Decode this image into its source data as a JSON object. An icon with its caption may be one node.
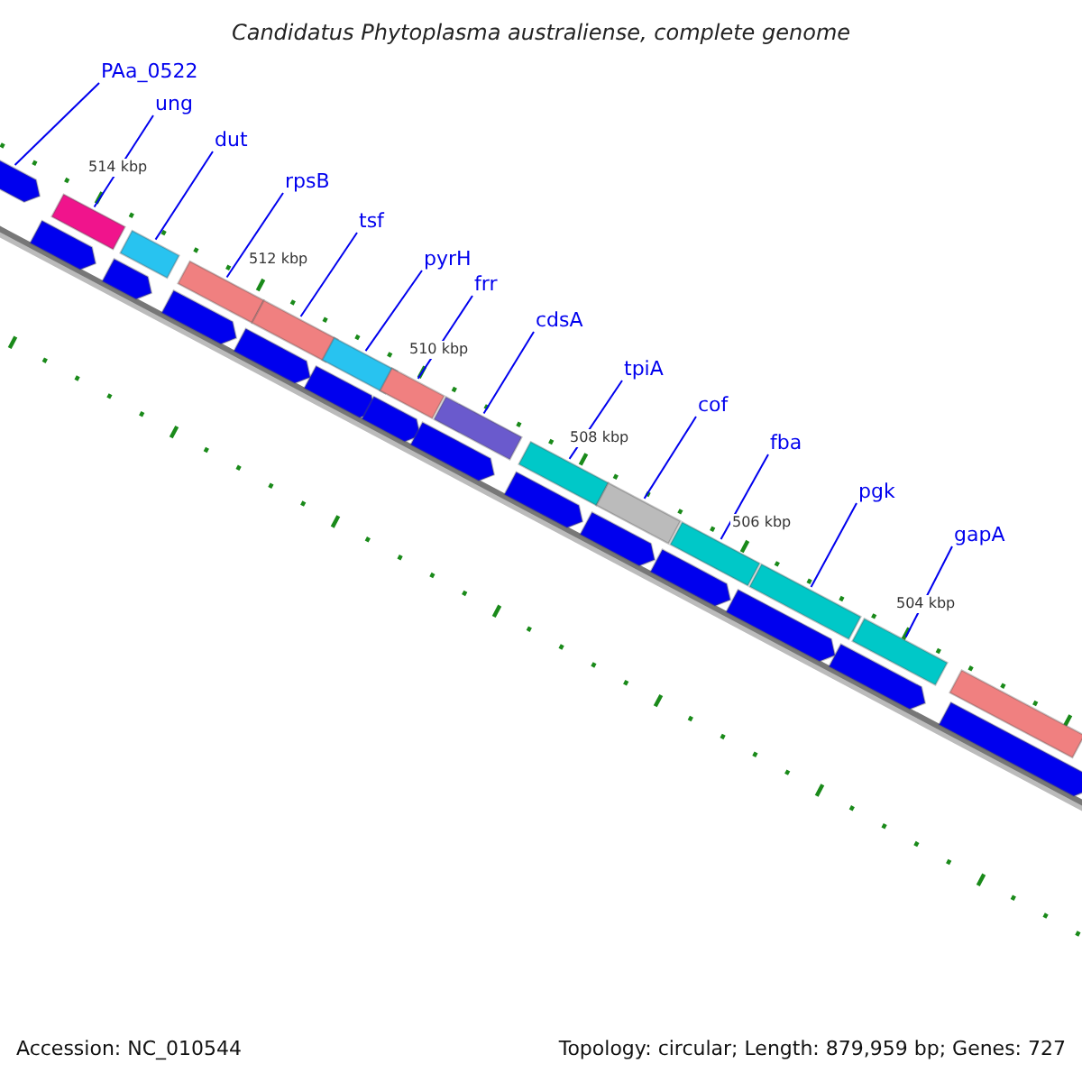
{
  "diagram": {
    "title": "Candidatus Phytoplasma australiense, complete genome",
    "nodes": [
      {
        "text": [
          "PAa_0522"
        ]
      },
      {
        "text": [
          "ung"
        ]
      },
      {
        "text": [
          "dut"
        ]
      },
      {
        "text": [
          "rpsB"
        ]
      },
      {
        "text": [
          "tsf"
        ]
      },
      {
        "text": [
          "pyrH"
        ]
      },
      {
        "text": [
          "frr"
        ]
      },
      {
        "text": [
          "cdsA"
        ]
      },
      {
        "text": [
          "tpiA"
        ]
      },
      {
        "text": [
          "cof"
        ]
      },
      {
        "text": [
          "fba"
        ]
      },
      {
        "text": [
          "pgk"
        ]
      },
      {
        "text": [
          "gapA"
        ]
      },
      {
        "text": [],
        "shape": "arrow"
      },
      {
        "text": [],
        "shape": "bar"
      },
      {
        "text": [],
        "shape": "bar"
      },
      {
        "text": [],
        "shape": "bar"
      },
      {
        "text": [],
        "shape": "bar"
      },
      {
        "text": [],
        "shape": "bar"
      },
      {
        "text": [],
        "shape": "bar"
      },
      {
        "text": [],
        "shape": "bar"
      },
      {
        "text": [],
        "shape": "bar"
      },
      {
        "text": [],
        "shape": "bar"
      },
      {
        "text": [],
        "shape": "bar"
      },
      {
        "text": [],
        "shape": "bar"
      },
      {
        "text": [],
        "shape": "bar"
      },
      {
        "text": [],
        "shape": "bar"
      },
      {
        "text": [],
        "shape": "arrow"
      },
      {
        "text": [],
        "shape": "arrow"
      },
      {
        "text": [],
        "shape": "arrow"
      },
      {
        "text": [],
        "shape": "arrow"
      },
      {
        "text": [],
        "shape": "arrow"
      },
      {
        "text": [],
        "shape": "arrow"
      },
      {
        "text": [],
        "shape": "arrow"
      },
      {
        "text": [],
        "shape": "arrow"
      },
      {
        "text": [],
        "shape": "arrow"
      },
      {
        "text": [],
        "shape": "arrow"
      },
      {
        "text": [],
        "shape": "arrow"
      },
      {
        "text": [],
        "shape": "arrow"
      },
      {
        "text": [],
        "shape": "arrow"
      }
    ],
    "edges": [
      {
        "from": 0,
        "to": 13,
        "arrow": "none"
      },
      {
        "from": 1,
        "to": 14,
        "arrow": "none"
      },
      {
        "from": 2,
        "to": 15,
        "arrow": "none"
      },
      {
        "from": 3,
        "to": 16,
        "arrow": "none"
      },
      {
        "from": 4,
        "to": 17,
        "arrow": "none"
      },
      {
        "from": 5,
        "to": 18,
        "arrow": "none"
      },
      {
        "from": 6,
        "to": 19,
        "arrow": "none"
      },
      {
        "from": 7,
        "to": 20,
        "arrow": "none"
      },
      {
        "from": 8,
        "to": 21,
        "arrow": "none"
      },
      {
        "from": 9,
        "to": 22,
        "arrow": "none"
      },
      {
        "from": 10,
        "to": 23,
        "arrow": "none"
      },
      {
        "from": 11,
        "to": 24,
        "arrow": "none"
      },
      {
        "from": 12,
        "to": 25,
        "arrow": "none"
      }
    ],
    "labels": [
      "514 kbp",
      "512 kbp",
      "510 kbp",
      "508 kbp",
      "506 kbp",
      "504 kbp",
      "Accession: NC_010544",
      "Topology: circular; Length: 879,959 bp; Genes: 727"
    ]
  }
}
